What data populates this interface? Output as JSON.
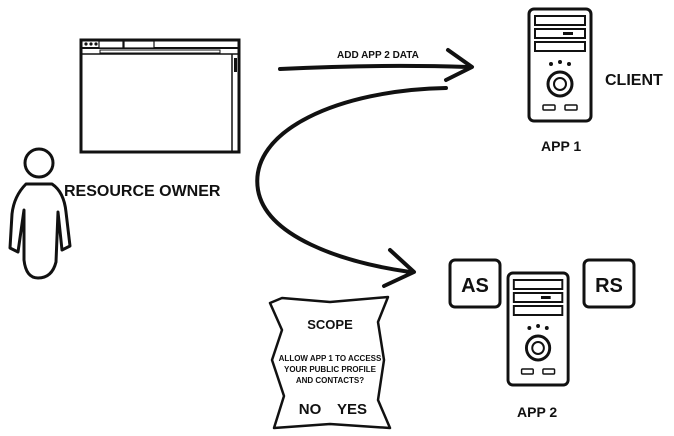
{
  "labels": {
    "resource_owner": "RESOURCE OWNER",
    "add_data": "ADD APP 2 DATA",
    "client": "CLIENT",
    "app1": "APP 1",
    "app2": "APP 2",
    "as": "AS",
    "rs": "RS"
  },
  "scope": {
    "title": "SCOPE",
    "line1": "ALLOW APP 1 TO ACCESS",
    "line2": "YOUR PUBLIC PROFILE",
    "line3": "AND CONTACTS?",
    "no": "NO",
    "yes": "YES"
  }
}
